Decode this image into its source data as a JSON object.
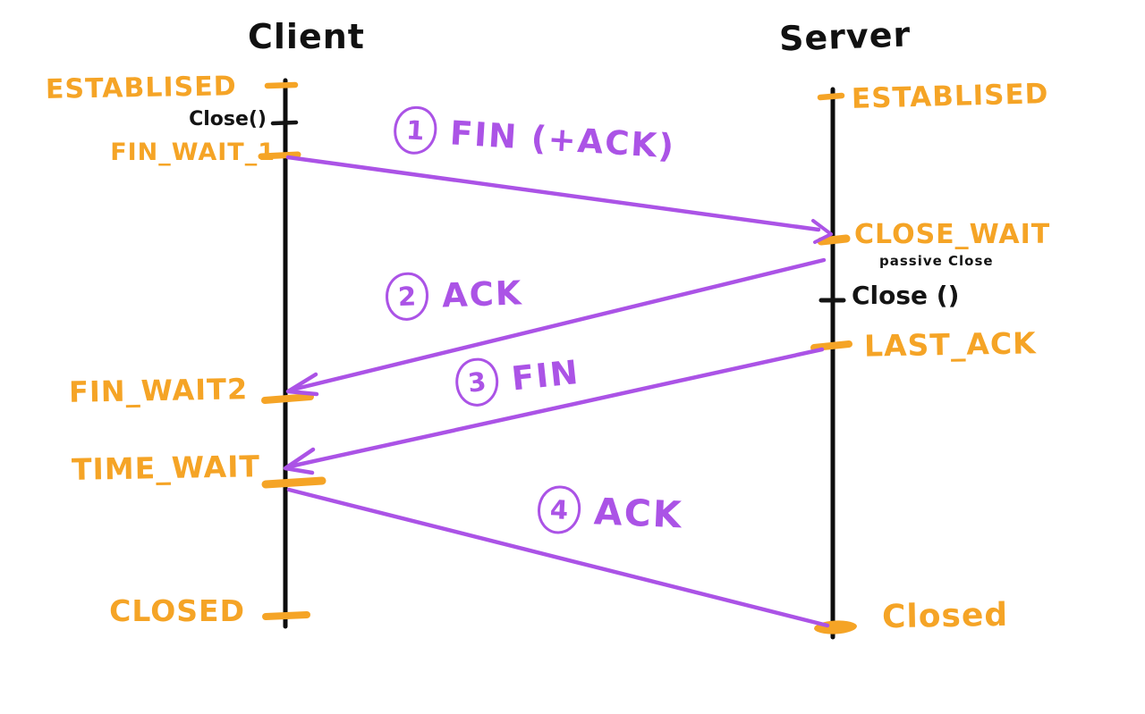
{
  "colors": {
    "orange": "#F5A426",
    "purple": "#AB53E6",
    "ink": "#0D0D0D",
    "background": "#FFFFFF"
  },
  "client": {
    "title": "Client",
    "states": [
      {
        "label": "ESTABLISED"
      },
      {
        "label": "Close()"
      },
      {
        "label": "FIN_WAIT_1"
      },
      {
        "label": "FIN_WAIT2"
      },
      {
        "label": "TIME_WAIT"
      },
      {
        "label": "CLOSED"
      }
    ]
  },
  "server": {
    "title": "Server",
    "states": [
      {
        "label": "ESTABLISED"
      },
      {
        "label": "CLOSE_WAIT"
      },
      {
        "label": "passive Close"
      },
      {
        "label": "Close ()"
      },
      {
        "label": "LAST_ACK"
      },
      {
        "label": "Closed"
      }
    ]
  },
  "messages": [
    {
      "number": "1",
      "label": "FIN (+ACK)",
      "from": "Client",
      "to": "Server"
    },
    {
      "number": "2",
      "label": "ACK",
      "from": "Server",
      "to": "Client"
    },
    {
      "number": "3",
      "label": "FIN",
      "from": "Server",
      "to": "Client"
    },
    {
      "number": "4",
      "label": "ACK",
      "from": "Client",
      "to": "Server"
    }
  ]
}
